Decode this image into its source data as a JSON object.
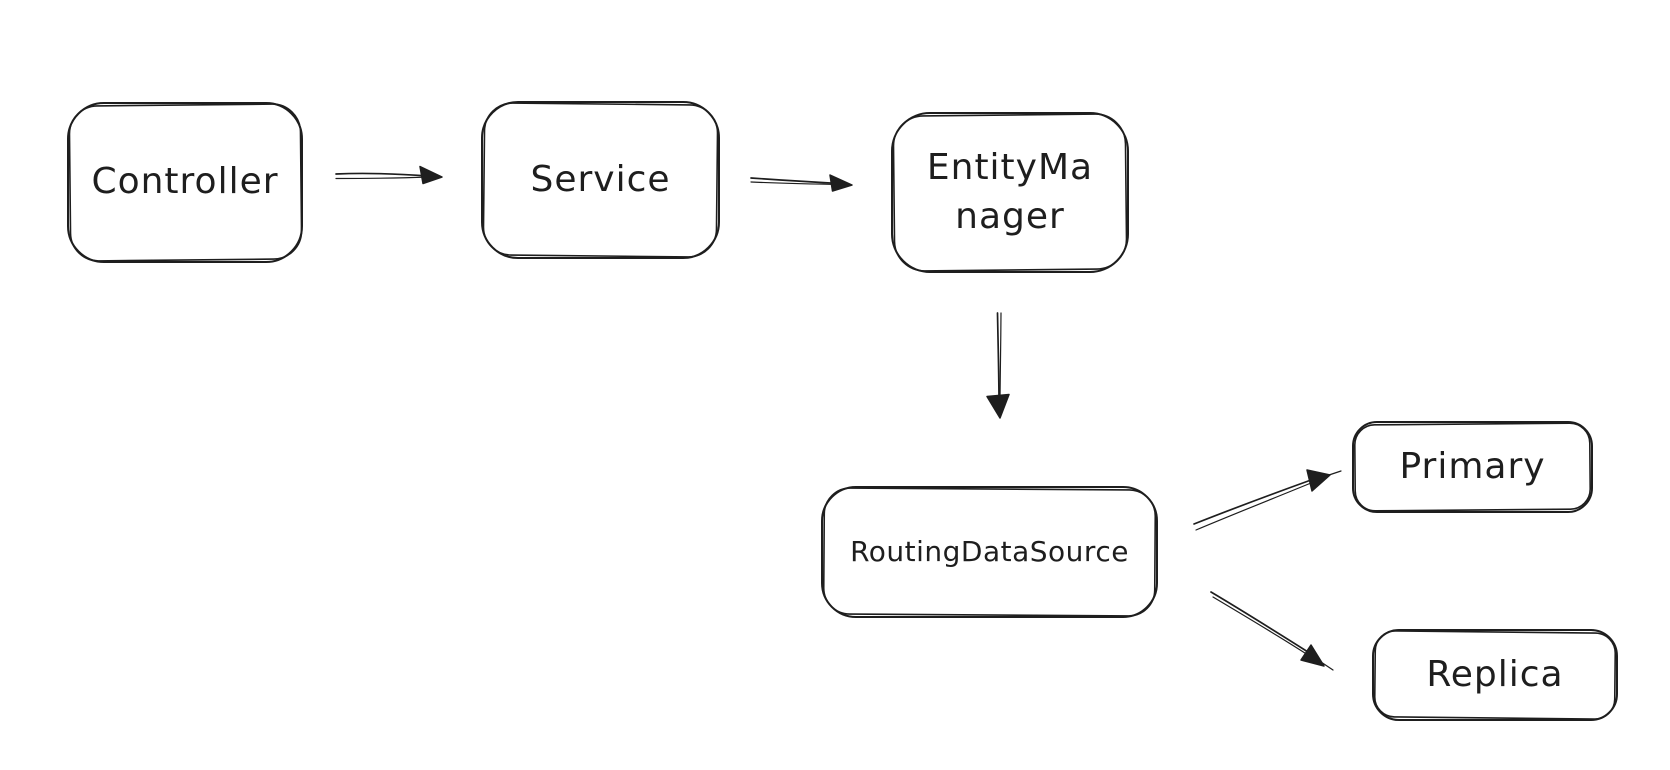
{
  "canvas": {
    "background_color": "#ffffff",
    "stroke_color": "#1e1e1e",
    "text_color": "#1e1e1e"
  },
  "nodes": [
    {
      "id": "controller",
      "label": "Controller"
    },
    {
      "id": "service",
      "label": "Service"
    },
    {
      "id": "entity-manager",
      "label": "EntityManager",
      "lines": [
        "EntityMa",
        "nager"
      ]
    },
    {
      "id": "routing-data-source",
      "label": "RoutingDataSource"
    },
    {
      "id": "primary",
      "label": "Primary"
    },
    {
      "id": "replica",
      "label": "Replica"
    }
  ],
  "edges": [
    {
      "from": "Controller",
      "to": "Service",
      "direction": "right"
    },
    {
      "from": "Service",
      "to": "EntityManager",
      "direction": "right"
    },
    {
      "from": "EntityManager",
      "to": "RoutingDataSource",
      "direction": "down"
    },
    {
      "from": "RoutingDataSource",
      "to": "Primary",
      "direction": "up-right"
    },
    {
      "from": "RoutingDataSource",
      "to": "Replica",
      "direction": "down-right"
    }
  ]
}
